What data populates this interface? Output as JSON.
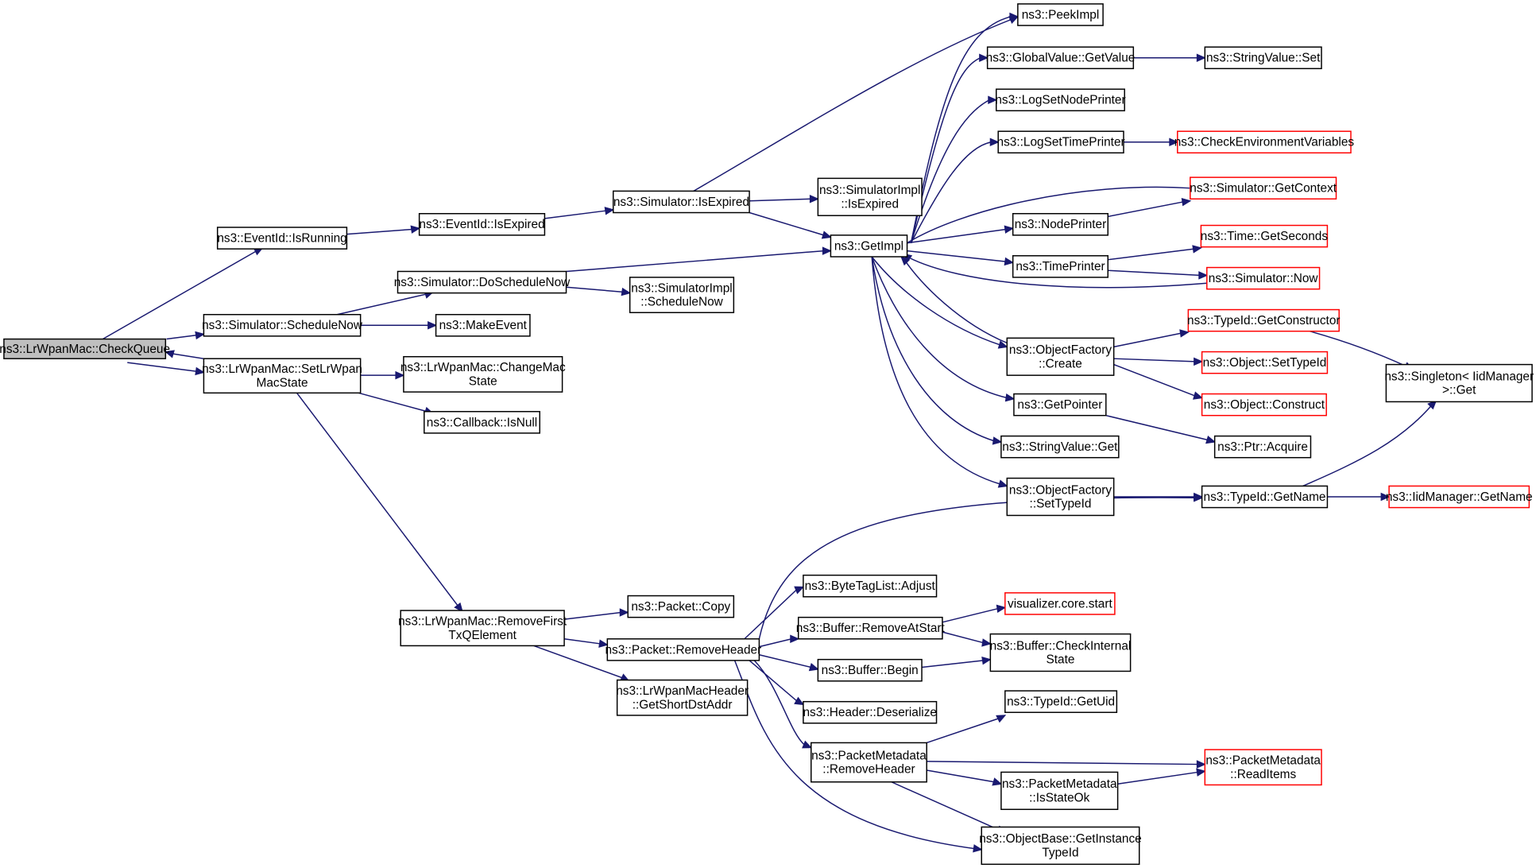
{
  "colors": {
    "edge": "#191970",
    "root_fill": "#bfbfbf",
    "node_border": "#000000",
    "truncated_border": "#ff0000"
  },
  "nodes": {
    "checkqueue": [
      "ns3::LrWpanMac::CheckQueue"
    ],
    "isrunning": [
      "ns3::EventId::IsRunning"
    ],
    "schedulenow": [
      "ns3::Simulator::ScheduleNow"
    ],
    "setlrwpanmacstate": [
      "ns3::LrWpanMac::SetLrWpan",
      "MacState"
    ],
    "eventid_isexpired": [
      "ns3::EventId::IsExpired"
    ],
    "simulator_isexpired": [
      "ns3::Simulator::IsExpired"
    ],
    "doschedulenow": [
      "ns3::Simulator::DoScheduleNow"
    ],
    "makeevent": [
      "ns3::MakeEvent"
    ],
    "changemacstate": [
      "ns3::LrWpanMac::ChangeMac",
      "State"
    ],
    "callback_isnull": [
      "ns3::Callback::IsNull"
    ],
    "removefirst": [
      "ns3::LrWpanMac::RemoveFirst",
      "TxQElement"
    ],
    "impl_isexpired": [
      "ns3::SimulatorImpl",
      "::IsExpired"
    ],
    "impl_schedulenow": [
      "ns3::SimulatorImpl",
      "::ScheduleNow"
    ],
    "getimpl": [
      "ns3::GetImpl"
    ],
    "packet_copy": [
      "ns3::Packet::Copy"
    ],
    "packet_removeheader": [
      "ns3::Packet::RemoveHeader"
    ],
    "getshortdstaddr": [
      "ns3::LrWpanMacHeader",
      "::GetShortDstAddr"
    ],
    "peekimpl": [
      "ns3::PeekImpl"
    ],
    "globalvalue_getvalue": [
      "ns3::GlobalValue::GetValue"
    ],
    "logsetnodeprinter": [
      "ns3::LogSetNodePrinter"
    ],
    "logsettimeprinter": [
      "ns3::LogSetTimePrinter"
    ],
    "nodeprinter": [
      "ns3::NodePrinter"
    ],
    "timeprinter": [
      "ns3::TimePrinter"
    ],
    "objectfactory_create": [
      "ns3::ObjectFactory",
      "::Create"
    ],
    "getpointer": [
      "ns3::GetPointer"
    ],
    "stringvalue_get": [
      "ns3::StringValue::Get"
    ],
    "objectfactory_settypeid": [
      "ns3::ObjectFactory",
      "::SetTypeId"
    ],
    "bytetaglist_adjust": [
      "ns3::ByteTagList::Adjust"
    ],
    "buffer_removeatstart": [
      "ns3::Buffer::RemoveAtStart"
    ],
    "buffer_begin": [
      "ns3::Buffer::Begin"
    ],
    "header_deserialize": [
      "ns3::Header::Deserialize"
    ],
    "packetmetadata_removeheader": [
      "ns3::PacketMetadata",
      "::RemoveHeader"
    ],
    "objectbase_getinstancetypeid": [
      "ns3::ObjectBase::GetInstance",
      "TypeId"
    ],
    "stringvalue_set": [
      "ns3::StringValue::Set"
    ],
    "checkenvironmentvariables": [
      "ns3::CheckEnvironmentVariables"
    ],
    "simulator_getcontext": [
      "ns3::Simulator::GetContext"
    ],
    "time_getseconds": [
      "ns3::Time::GetSeconds"
    ],
    "simulator_now": [
      "ns3::Simulator::Now"
    ],
    "typeid_getconstructor": [
      "ns3::TypeId::GetConstructor"
    ],
    "object_settypeid": [
      "ns3::Object::SetTypeId"
    ],
    "object_construct": [
      "ns3::Object::Construct"
    ],
    "ptr_acquire": [
      "ns3::Ptr::Acquire"
    ],
    "typeid_getname": [
      "ns3::TypeId::GetName"
    ],
    "visualizer_core_start": [
      "visualizer.core.start"
    ],
    "buffer_checkinternalstate": [
      "ns3::Buffer::CheckInternal",
      "State"
    ],
    "typeid_getuid": [
      "ns3::TypeId::GetUid"
    ],
    "packetmetadata_isstateok": [
      "ns3::PacketMetadata",
      "::IsStateOk"
    ],
    "packetmetadata_readitems": [
      "ns3::PacketMetadata",
      "::ReadItems"
    ],
    "singleton_get": [
      "ns3::Singleton< IidManager",
      " >::Get"
    ],
    "iidmanager_getname": [
      "ns3::IidManager::GetName"
    ]
  }
}
